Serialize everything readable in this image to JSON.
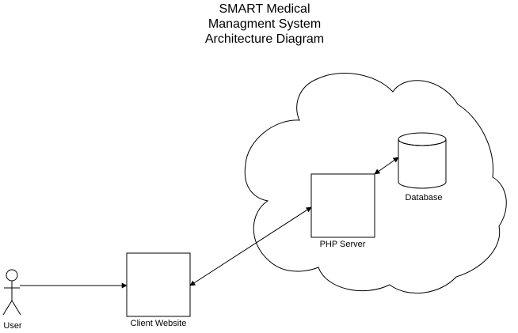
{
  "title": {
    "lines": [
      "SMART Medical",
      "Managment System",
      "Architecture Diagram"
    ]
  },
  "nodes": {
    "user": {
      "label": "User",
      "shape": "actor"
    },
    "client_website": {
      "label": "Client Website",
      "shape": "rectangle"
    },
    "php_server": {
      "label": "PHP Server",
      "shape": "rectangle"
    },
    "database": {
      "label": "Database",
      "shape": "cylinder"
    },
    "cloud": {
      "label": "",
      "shape": "cloud"
    }
  },
  "edges": [
    {
      "from": "User",
      "to": "Client Website",
      "arrow": "end"
    },
    {
      "from": "Client Website",
      "to": "PHP Server",
      "arrow": "both"
    },
    {
      "from": "PHP Server",
      "to": "Database",
      "arrow": "both"
    }
  ],
  "colors": {
    "stroke": "#000000",
    "fill": "#ffffff"
  }
}
